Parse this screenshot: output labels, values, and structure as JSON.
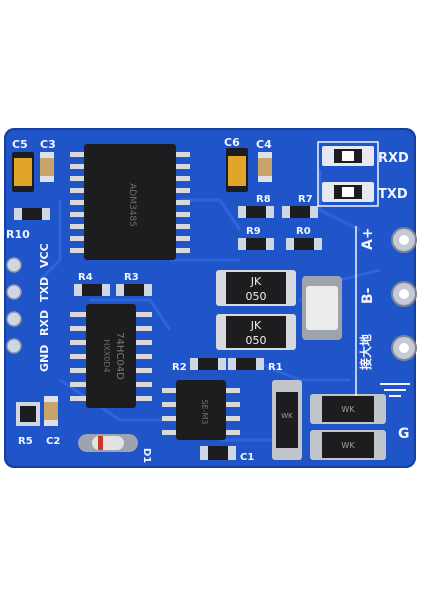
{
  "board": {
    "colors": {
      "pcb": "#1f55c9",
      "pcb_dark": "#163f9e",
      "trace": "#2d68dc",
      "silk": "#f2f4ff",
      "pad": "#cfd6e4",
      "chip": "#1d1d1f",
      "pin": "#d9d9d9",
      "tant": "#e0a52a"
    },
    "silk_labels": {
      "c5": "C5",
      "c3": "C3",
      "c6": "C6",
      "c4": "C4",
      "rxd_led": "RXD",
      "txd_led": "TXD",
      "r10": "R10",
      "vcc": "VCC",
      "txd_side": "TXD",
      "rxd_side": "RXD",
      "gnd": "GND",
      "r8": "R8",
      "r7": "R7",
      "r9": "R9",
      "r0": "R0",
      "r4": "R4",
      "r3": "R3",
      "r2": "R2",
      "r1": "R1",
      "r5": "R5",
      "c2": "C2",
      "c1": "C1",
      "d1": "D1",
      "a_plus": "A+",
      "b_minus": "B-",
      "jiedadi": "接大地",
      "g": "G"
    },
    "chip_marks": {
      "adm": "ADM3485",
      "hc04_line1": "74HC04D",
      "hc04_line2": "HXX0D4",
      "pkg": "SE-M3"
    },
    "fuses": [
      {
        "line1": "JK",
        "line2": "050"
      },
      {
        "line1": "JK",
        "line2": "050"
      }
    ],
    "tvs_mark": "WK"
  }
}
